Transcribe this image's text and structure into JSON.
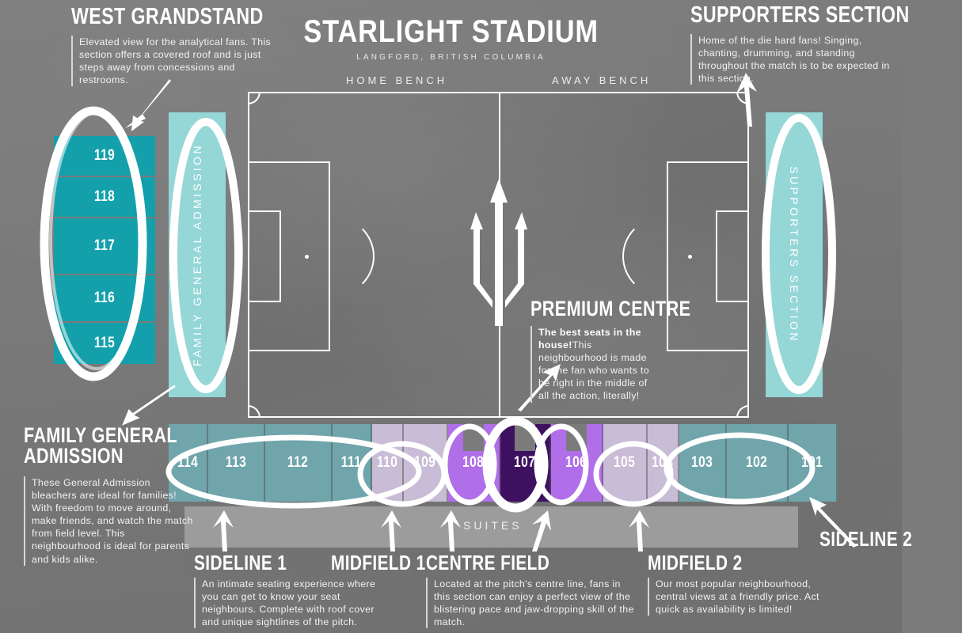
{
  "stadium": {
    "title": "STARLIGHT STADIUM",
    "subtitle": "LANGFORD, BRITISH COLUMBIA",
    "home_bench": "HOME BENCH",
    "away_bench": "AWAY BENCH",
    "suites_label": "SUITES",
    "logo": "trident-logo"
  },
  "colors": {
    "background": "#7b7b7b",
    "teal_dark": "#13a0aa",
    "teal_light": "#95d6d6",
    "teal_muted": "#6fa5ab",
    "lavender": "#c9bcd6",
    "purple_bright": "#b06ee8",
    "purple_deep": "#3d1060",
    "suites_bar": "#9c9c9c",
    "text": "#ffffff"
  },
  "callouts": [
    {
      "id": "west-grandstand",
      "title": "WEST GRANDSTAND",
      "body": "Elevated view for the analytical fans. This section offers a covered roof and is just steps away from concessions and restrooms."
    },
    {
      "id": "supporters-section",
      "title": "SUPPORTERS SECTION",
      "body": "Home of the die hard fans! Singing, chanting, drumming, and standing throughout the match is to be expected in this section."
    },
    {
      "id": "premium-centre",
      "title": "PREMIUM CENTRE",
      "body_bold": "The best seats in the house!",
      "body": "This neighbourhood is made for the fan who wants to be right in the middle of all the action, literally!"
    },
    {
      "id": "family-general-admission",
      "title": "FAMILY GENERAL ADMISSION",
      "body": "These General Admission bleachers are ideal for families! With freedom to move around, make friends, and watch the match from field level. This neighbourhood is ideal for parents and kids alike."
    },
    {
      "id": "sideline-1",
      "title": "SIDELINE 1",
      "body": "An intimate seating experience where you can get to know your seat neighbours. Complete with roof cover and unique sightlines of the pitch."
    },
    {
      "id": "midfield-1",
      "title": "MIDFIELD 1",
      "body": ""
    },
    {
      "id": "centre-field",
      "title": "CENTRE FIELD",
      "body": "Located at the pitch's centre line, fans in this section can enjoy a perfect view of the blistering pace and jaw-dropping skill of the match."
    },
    {
      "id": "midfield-2",
      "title": "MIDFIELD 2",
      "body": "Our most popular neighbourhood, central views at a friendly price. Act quick as availability is limited!"
    },
    {
      "id": "sideline-2",
      "title": "SIDELINE 2",
      "body": ""
    }
  ],
  "zones": {
    "family_ga_vertical_label": "FAMILY GENERAL ADMISSION",
    "supporters_vertical_label": "SUPPORTERS SECTION"
  },
  "west_sections": [
    {
      "number": "119",
      "height": 52
    },
    {
      "number": "118",
      "height": 52
    },
    {
      "number": "117",
      "height": 72
    },
    {
      "number": "116",
      "height": 60
    },
    {
      "number": "115",
      "height": 52
    }
  ],
  "south_sections": [
    {
      "number": "114",
      "color": "teal_muted",
      "width": 50,
      "notch": false
    },
    {
      "number": "113",
      "color": "teal_muted",
      "width": 72,
      "notch": false
    },
    {
      "number": "112",
      "color": "teal_muted",
      "width": 85,
      "notch": false
    },
    {
      "number": "111",
      "color": "teal_muted",
      "width": 50,
      "notch": false
    },
    {
      "number": "110",
      "color": "lavender",
      "width": 40,
      "notch": false
    },
    {
      "number": "109",
      "color": "lavender",
      "width": 56,
      "notch": false
    },
    {
      "number": "108",
      "color": "purple_bright",
      "width": 66,
      "notch": true
    },
    {
      "number": "107",
      "color": "purple_deep",
      "width": 64,
      "notch": true
    },
    {
      "number": "106",
      "color": "purple_bright",
      "width": 66,
      "notch": true
    },
    {
      "number": "105",
      "color": "lavender",
      "width": 56,
      "notch": false
    },
    {
      "number": "104",
      "color": "lavender",
      "width": 40,
      "notch": false
    },
    {
      "number": "103",
      "color": "teal_muted",
      "width": 60,
      "notch": false
    },
    {
      "number": "102",
      "color": "teal_muted",
      "width": 78,
      "notch": false
    },
    {
      "number": "101",
      "color": "teal_muted",
      "width": 62,
      "notch": false
    }
  ]
}
